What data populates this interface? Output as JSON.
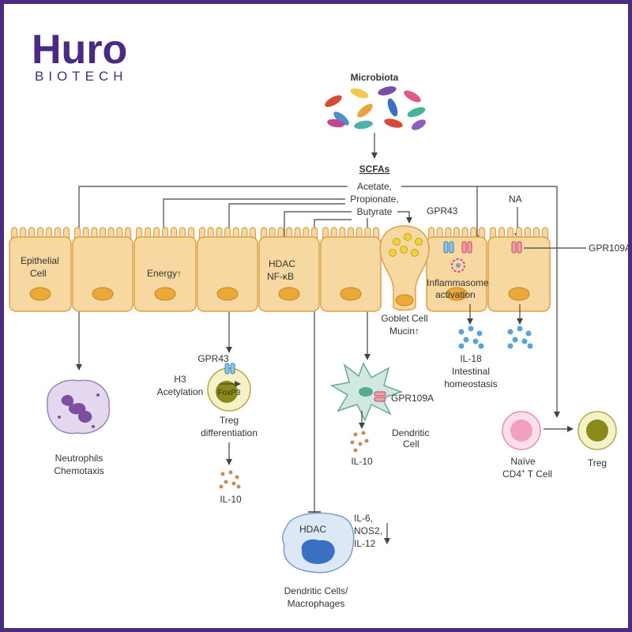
{
  "brand": {
    "name": "Huro",
    "tagline": "BIOTECH",
    "color": "#4b2a84"
  },
  "colors": {
    "cell_fill": "#f7d8a0",
    "cell_stroke": "#d9a24a",
    "nucleus": "#eba93a",
    "border": "#4a2b7d"
  },
  "labels": {
    "microbiota": "Microbiota",
    "scfas": "SCFAs",
    "acetate": "Acetate,",
    "propionate": "Propionate,",
    "butyrate": "Butyrate",
    "gpr43_top": "GPR43",
    "na": "NA",
    "gpr109a_top": "GPR109A",
    "epithelial_1": "Epithelial",
    "epithelial_2": "Cell",
    "energy": "Energy↑",
    "hdac_top": "HDAC",
    "nfkb": "NF-κB",
    "inflammasome_1": "Inflammasome",
    "inflammasome_2": "activation",
    "goblet_1": "Goblet Cell",
    "goblet_2": "Mucin↑",
    "il18_1": "IL-18",
    "il18_2": "Intestinal",
    "il18_3": "homeostasis",
    "gpr43_treg": "GPR43",
    "h3_1": "H3",
    "h3_2": "Acetylation",
    "foxp3": "FoxP3",
    "treg_diff_1": "Treg",
    "treg_diff_2": "differentiation",
    "il10_left": "IL-10",
    "gpr109a_dc": "GPR109A",
    "dendritic_1": "Dendritic",
    "dendritic_2": "Cell",
    "il10_mid": "IL-10",
    "neutrophil_1": "Neutrophils",
    "neutrophil_2": "Chemotaxis",
    "naive_1": "Naïve",
    "naive_2": "CD4",
    "naive_sup": "+",
    "naive_3": " T Cell",
    "treg_right": "Treg",
    "hdac_bottom": "HDAC",
    "il6": "IL-6,",
    "nos2": "NOS2,",
    "il12": "IL-12",
    "dcmac_1": "Dendritic Cells/",
    "dcmac_2": "Macrophages"
  }
}
